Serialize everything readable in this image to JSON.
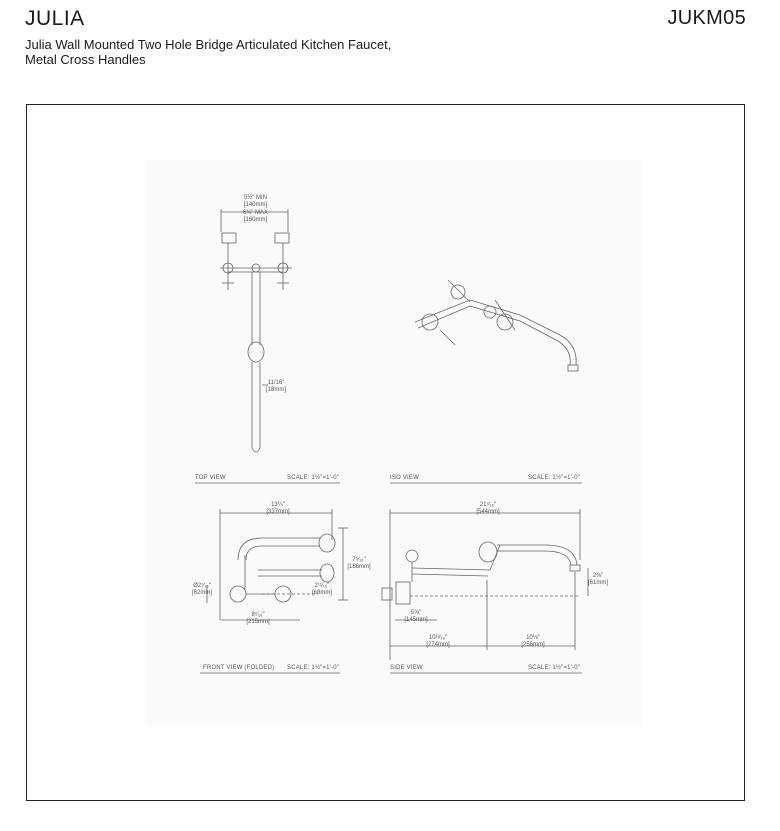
{
  "header": {
    "title": "JULIA",
    "model": "JUKM05",
    "subtitle_line1": "Julia Wall Mounted Two Hole Bridge Articulated Kitchen Faucet,",
    "subtitle_line2": "Metal Cross Handles"
  },
  "views": {
    "top": {
      "name": "TOP VIEW",
      "scale": "SCALE: 1½\"=1'-0\""
    },
    "iso": {
      "name": "ISO VIEW",
      "scale": "SCALE: 1½\"=1'-0\""
    },
    "front": {
      "name": "FRONT VIEW (FOLDED)",
      "scale": "SCALE: 1½\"=1'-0\""
    },
    "side": {
      "name": "SIDE VIEW",
      "scale": "SCALE: 1½\"=1'-0\""
    }
  },
  "dimensions": {
    "top_min_in": "5½\" MIN",
    "top_min_mm": "[140mm]",
    "top_max_in": "6⅜\" MAX",
    "top_max_mm": "[160mm]",
    "top_spout_in": "11/16\"",
    "top_spout_mm": "[18mm]",
    "front_width_in": "13¼\"",
    "front_width_mm": "[337mm]",
    "front_height_in": "7⁵⁄₁₆\"",
    "front_height_mm": "[186mm]",
    "front_offset_in": "2¹¹⁄₁₆\"",
    "front_offset_mm": "[68mm]",
    "front_flange_in": "Ø2⁷⁄₁₆\"",
    "front_flange_mm": "[62mm]",
    "front_base_in": "8⁷⁄₁₆\"",
    "front_base_mm": "[215mm]",
    "side_reach_in": "21⁷⁄₁₆\"",
    "side_reach_mm": "[544mm]",
    "side_drop_in": "2⅜\"",
    "side_drop_mm": "[61mm]",
    "side_body_in": "5⅝\"",
    "side_body_mm": "[145mm]",
    "side_mid_in": "10¹³⁄₁₆\"",
    "side_mid_mm": "[274mm]",
    "side_spout_in": "10⅛\"",
    "side_spout_mm": "[256mm]"
  }
}
